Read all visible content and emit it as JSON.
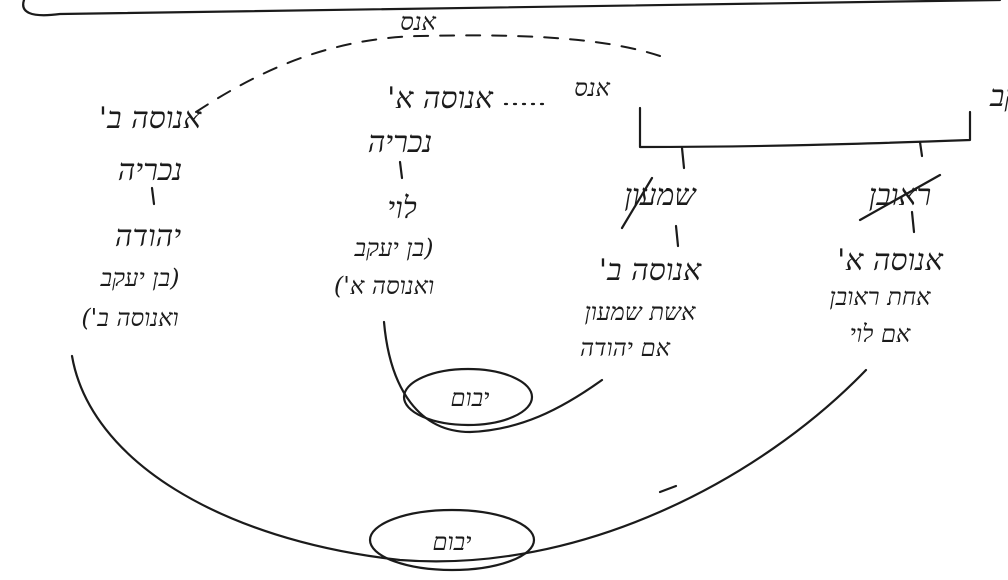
{
  "top_label": "אנס",
  "marriage_label": "אנס",
  "couple": {
    "label": "אשת יעקב - יעקב"
  },
  "right_column": {
    "son": "ראובן",
    "son_crossed_out": true,
    "woman": "אנוסה א'",
    "relation_1": "אחת ראובן",
    "relation_2": "אם לוי"
  },
  "middle_right_column": {
    "son": "שמעון",
    "son_crossed_out": true,
    "woman": "אנוסה ב'",
    "relation_1": "אשת שמעון",
    "relation_2": "אם יהודה"
  },
  "middle_left_column": {
    "woman_1": "אנוסה א'",
    "woman_2": "נכריה",
    "son": "לוי",
    "parentage_1": "(בן יעקב",
    "parentage_2": "ואנוסה א')"
  },
  "left_column": {
    "woman_1": "אנוסה ב'",
    "woman_2": "נכריה",
    "son": "יהודה",
    "parentage_1": "(בן יעקב",
    "parentage_2": "ואנוסה ב')"
  },
  "yibum_inner": "יבום",
  "yibum_outer": "יבום"
}
